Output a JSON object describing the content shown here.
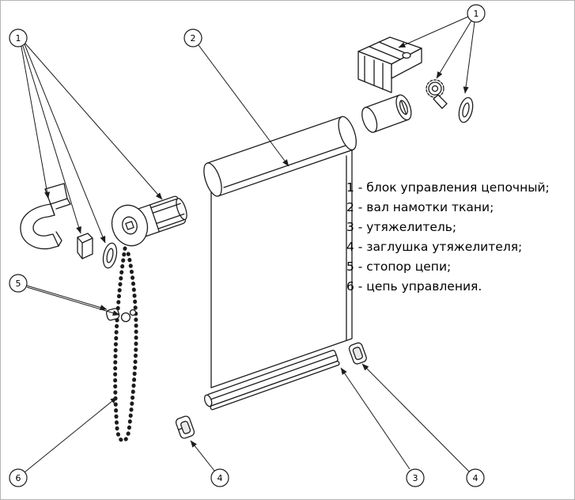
{
  "callouts": {
    "c1_left": "1",
    "c2": "2",
    "c1_right": "1",
    "c5": "5",
    "c6": "6",
    "c4_left": "4",
    "c3": "3",
    "c4_right": "4"
  },
  "legend": [
    "1 - блок управления цепочный;",
    "2 - вал намотки ткани;",
    "3 - утяжелитель;",
    "4 - заглушка утяжелителя;",
    "5 - стопор цепи;",
    "6 - цепь управления."
  ]
}
